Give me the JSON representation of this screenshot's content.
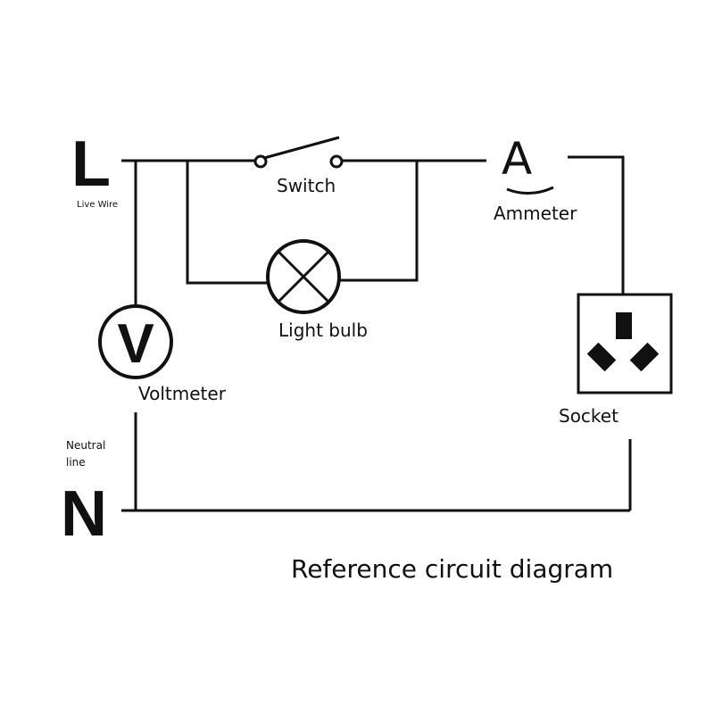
{
  "terminals": {
    "live_letter": "L",
    "live_caption": "Live Wire",
    "neutral_letter": "N",
    "neutral_caption_line1": "Neutral",
    "neutral_caption_line2": "line"
  },
  "components": {
    "switch_label": "Switch",
    "ammeter_symbol": "A",
    "ammeter_label": "Ammeter",
    "light_bulb_label": "Light bulb",
    "voltmeter_symbol": "V",
    "voltmeter_label": "Voltmeter",
    "socket_label": "Socket"
  },
  "caption": "Reference circuit diagram",
  "colors": {
    "line": "#111111",
    "background": "#ffffff"
  }
}
